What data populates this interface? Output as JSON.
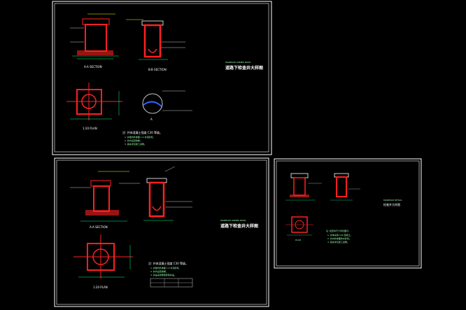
{
  "sheets": [
    {
      "id": "sheet1",
      "title_en": "MANHOLE UNDER ROAD",
      "title_cn": "道路下检查井大样图",
      "label_section_a": "A-A SECTION",
      "label_section_b": "B-B SECTION",
      "label_plan": "1:20 PLAN",
      "detail_label": "A",
      "note_heading": "注: 井体混凝土强度 C30 等级。",
      "notes": [
        "1. 井壁内外抹面 1:2 水泥砂浆。",
        "2. 井内设置爬梯。",
        "3. 其余详见施工说明。"
      ]
    },
    {
      "id": "sheet2",
      "title_en": "MANHOLE UNDER ROAD",
      "title_cn": "道路下检查井大样图",
      "label_plan": "1:20 PLAN",
      "note_heading": "注: 井体混凝土强度 C30 等级。",
      "notes": [
        "1. 井壁内外抹面 1:2 水泥砂浆。",
        "2. 井内设置爬梯。",
        "3. 井盖采用重型铸铁井盖。"
      ]
    },
    {
      "id": "sheet3",
      "title_en": "MANHOLE DETAIL",
      "title_cn": "检查井大样图",
      "label_plan": "PLAN",
      "note_heading": "注: 检查井尺寸详见图示。",
      "notes": [
        "1. 井体采用 C30 混凝土。",
        "2. 井内外抹面防水砂浆。",
        "3. 其余详见施工说明。"
      ]
    }
  ],
  "colors": {
    "background": "#000000",
    "frame": "#ffffff",
    "concrete": "#ff2020",
    "dimension": "#00ff7f",
    "annotation": "#ffff00",
    "water": "#3060ff"
  }
}
